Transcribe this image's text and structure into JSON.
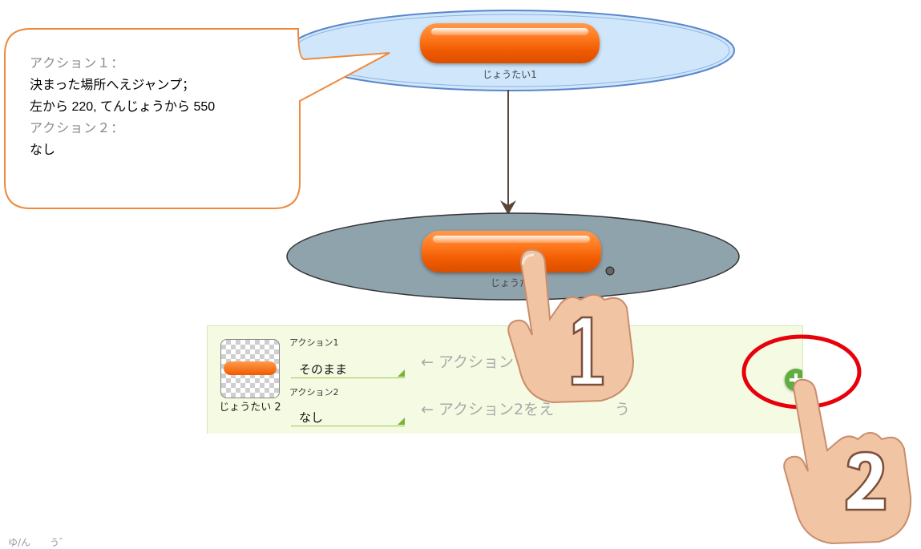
{
  "diagram": {
    "state1_label": "じょうたい1",
    "state2_label": "じょうた"
  },
  "callout": {
    "action1_title": "アクション１：",
    "action1_line1": "決まった場所へえジャンプ；",
    "action1_line2": "左から 220, てんじょうから 550",
    "action2_title": "アクション２：",
    "action2_value": "なし"
  },
  "panel": {
    "thumbnail_label": "じょうたい 2",
    "action1_title": "アクション1",
    "action1_value": "そのまま",
    "action2_title": "アクション2",
    "action2_value": "なし",
    "hint1": "← アクション",
    "hint2": "← アクション2をえ",
    "hint2_tail": "う",
    "add_button_icon": "plus-icon"
  },
  "overlays": {
    "hand1_number": "1",
    "hand2_number": "2",
    "highlight_color": "#e8000b"
  },
  "footer": {
    "text": "ゆ/ん　　う゛"
  },
  "colors": {
    "state1_fill": "#cfe6fb",
    "state2_fill": "#8fa3ad",
    "accent_orange": "#ff7a1f",
    "panel_bg": "#f5fbe2",
    "add_green": "#5fae3f"
  }
}
